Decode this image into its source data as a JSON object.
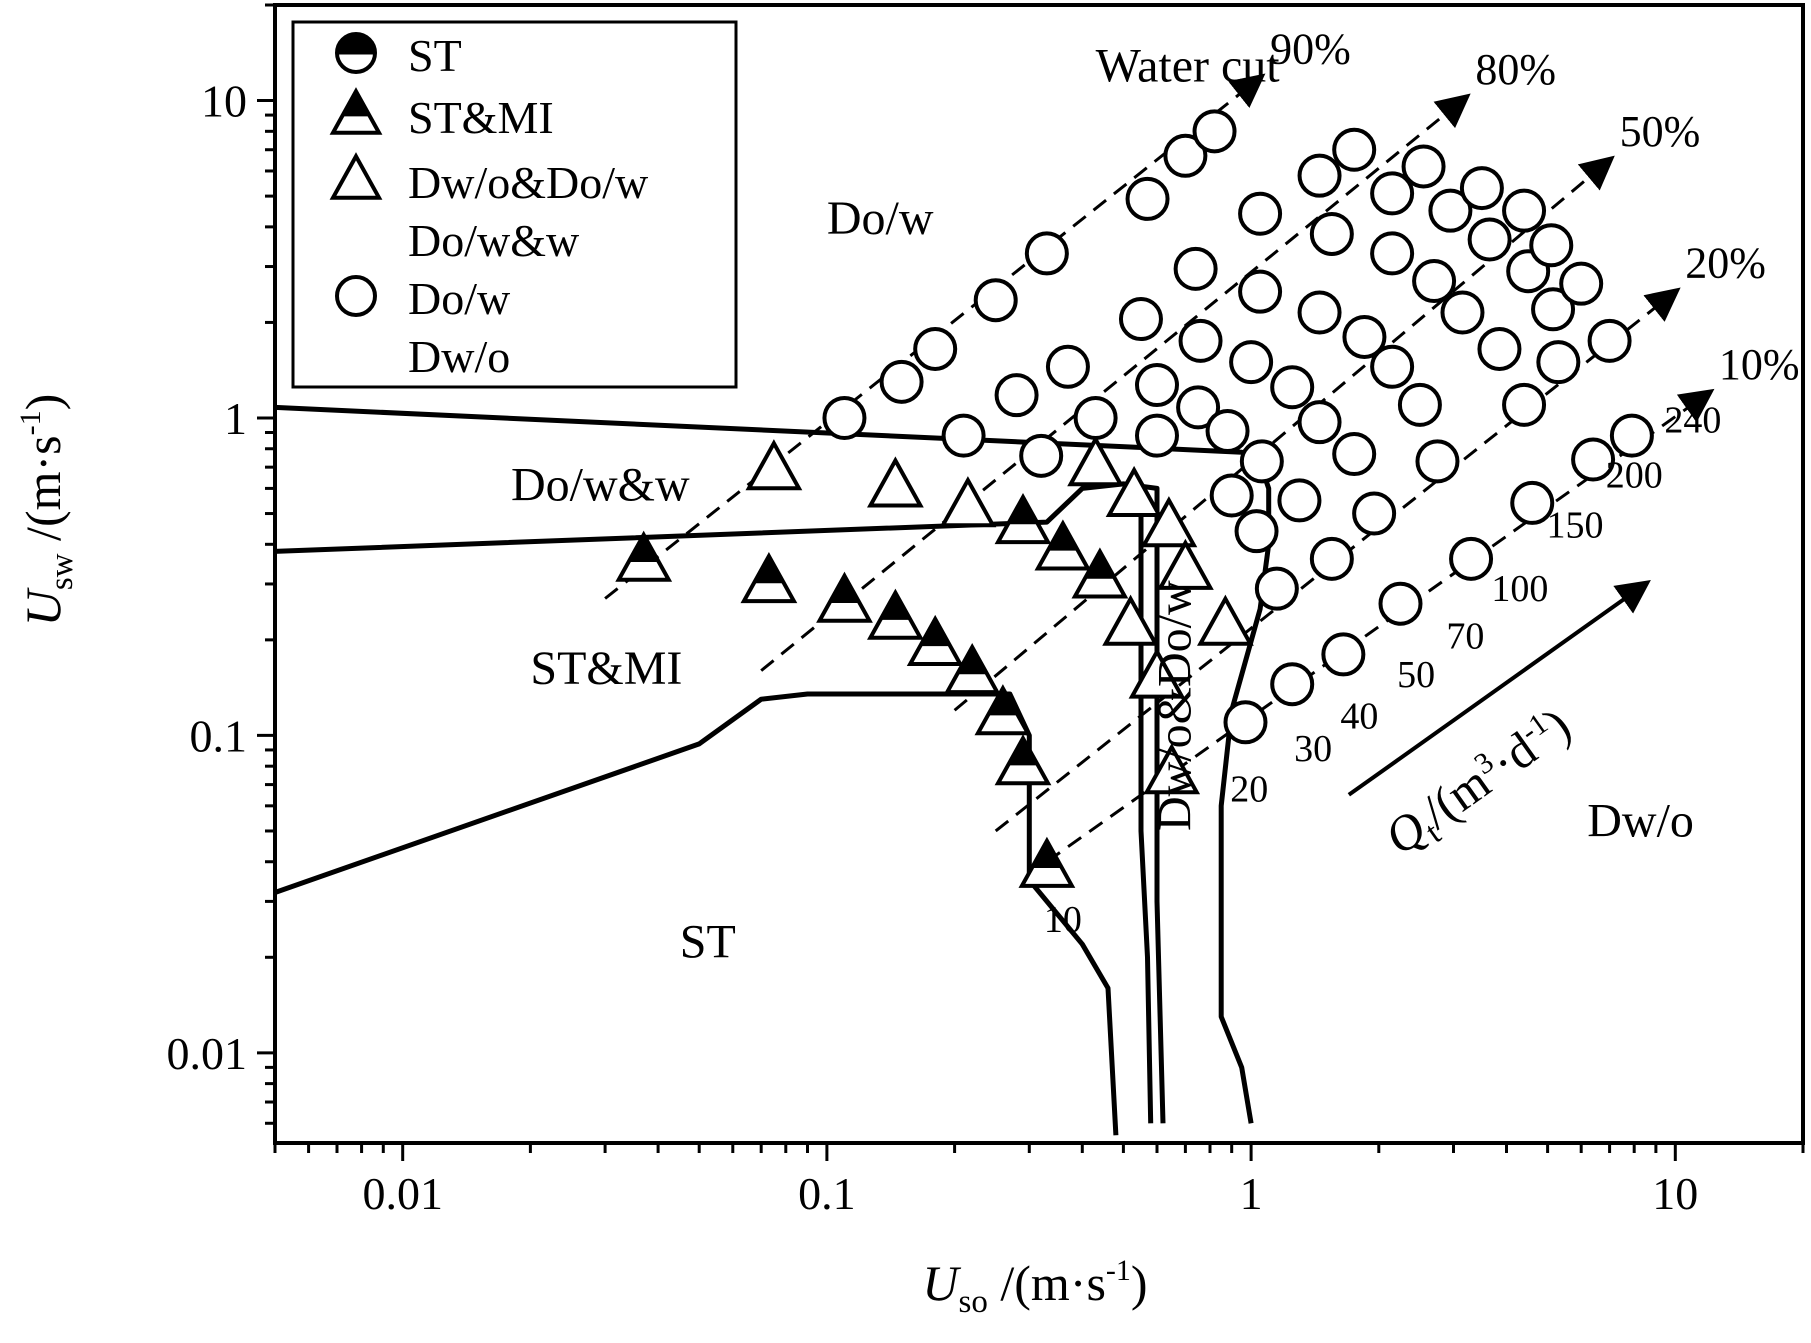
{
  "chart_data": {
    "type": "scatter",
    "title": "",
    "x_scale": "log",
    "y_scale": "log",
    "xlim": [
      0.005,
      20
    ],
    "ylim": [
      0.0052,
      20
    ],
    "grid": false,
    "legend_position": "top-left",
    "xlabel": {
      "main": "U",
      "sub": "so",
      "rest": " /(m·s",
      "sup": "-1",
      "end": ")"
    },
    "ylabel": {
      "main": "U",
      "sub": "sw",
      "rest": " /(m·s",
      "sup": "-1",
      "end": ")"
    },
    "x_ticks": [
      {
        "value": 0.01,
        "label": "0.01"
      },
      {
        "value": 0.1,
        "label": "0.1"
      },
      {
        "value": 1,
        "label": "1"
      },
      {
        "value": 10,
        "label": "10"
      }
    ],
    "y_ticks": [
      {
        "value": 0.01,
        "label": "0.01"
      },
      {
        "value": 0.1,
        "label": "0.1"
      },
      {
        "value": 1,
        "label": "1"
      },
      {
        "value": 10,
        "label": "10"
      }
    ],
    "legend": [
      {
        "marker": "half-circle",
        "label": "ST"
      },
      {
        "marker": "half-triangle",
        "label": "ST&MI"
      },
      {
        "marker": "open-triangle",
        "label": "Dw/o&Do/w",
        "label2": "Do/w&w"
      },
      {
        "marker": "open-circle",
        "label": "Do/w",
        "label2": "Dw/o"
      }
    ],
    "series": [
      {
        "name": "ST&MI",
        "marker": "half-triangle",
        "points": [
          [
            0.037,
            0.35
          ],
          [
            0.073,
            0.3
          ],
          [
            0.11,
            0.26
          ],
          [
            0.145,
            0.23
          ],
          [
            0.18,
            0.19
          ],
          [
            0.22,
            0.155
          ],
          [
            0.26,
            0.115
          ],
          [
            0.29,
            0.08
          ],
          [
            0.33,
            0.038
          ],
          [
            0.29,
            0.46
          ],
          [
            0.36,
            0.38
          ],
          [
            0.44,
            0.31
          ]
        ]
      },
      {
        "name": "Dw/o&Do/w, Do/w&w",
        "marker": "open-triangle",
        "points": [
          [
            0.075,
            0.68
          ],
          [
            0.145,
            0.6
          ],
          [
            0.215,
            0.52
          ],
          [
            0.43,
            0.7
          ],
          [
            0.53,
            0.56
          ],
          [
            0.52,
            0.22
          ],
          [
            0.64,
            0.45
          ],
          [
            0.7,
            0.33
          ],
          [
            0.87,
            0.22
          ],
          [
            0.6,
            0.15
          ],
          [
            0.65,
            0.075
          ]
        ]
      },
      {
        "name": "Do/w, Dw/o",
        "marker": "open-circle",
        "points": [
          [
            0.11,
            1.0
          ],
          [
            0.15,
            1.3
          ],
          [
            0.18,
            1.65
          ],
          [
            0.25,
            2.35
          ],
          [
            0.33,
            3.3
          ],
          [
            0.57,
            4.9
          ],
          [
            0.7,
            6.7
          ],
          [
            0.82,
            8.0
          ],
          [
            0.21,
            0.88
          ],
          [
            0.28,
            1.18
          ],
          [
            0.37,
            1.45
          ],
          [
            0.55,
            2.05
          ],
          [
            0.74,
            2.95
          ],
          [
            1.05,
            4.4
          ],
          [
            1.45,
            5.8
          ],
          [
            1.75,
            7.0
          ],
          [
            0.32,
            0.76
          ],
          [
            0.43,
            1.0
          ],
          [
            0.6,
            1.27
          ],
          [
            0.76,
            1.75
          ],
          [
            1.05,
            2.5
          ],
          [
            1.55,
            3.8
          ],
          [
            2.15,
            5.1
          ],
          [
            2.55,
            6.2
          ],
          [
            0.6,
            0.88
          ],
          [
            0.75,
            1.08
          ],
          [
            0.88,
            0.91
          ],
          [
            1.0,
            1.5
          ],
          [
            1.25,
            1.25
          ],
          [
            1.45,
            2.15
          ],
          [
            1.85,
            1.8
          ],
          [
            2.15,
            3.3
          ],
          [
            2.7,
            2.7
          ],
          [
            2.95,
            4.5
          ],
          [
            3.5,
            5.3
          ],
          [
            0.9,
            0.57
          ],
          [
            1.06,
            0.73
          ],
          [
            1.03,
            0.44
          ],
          [
            1.3,
            0.55
          ],
          [
            1.45,
            0.97
          ],
          [
            1.75,
            0.77
          ],
          [
            2.15,
            1.45
          ],
          [
            2.5,
            1.1
          ],
          [
            3.15,
            2.15
          ],
          [
            3.65,
            3.65
          ],
          [
            3.85,
            1.65
          ],
          [
            4.4,
            4.5
          ],
          [
            4.5,
            2.9
          ],
          [
            5.1,
            3.5
          ],
          [
            5.15,
            2.2
          ],
          [
            6.0,
            2.65
          ],
          [
            1.15,
            0.29
          ],
          [
            1.55,
            0.36
          ],
          [
            1.95,
            0.5
          ],
          [
            2.75,
            0.73
          ],
          [
            4.4,
            1.1
          ],
          [
            5.3,
            1.5
          ],
          [
            7.0,
            1.75
          ],
          [
            0.97,
            0.11
          ],
          [
            1.25,
            0.145
          ],
          [
            1.65,
            0.18
          ],
          [
            2.25,
            0.26
          ],
          [
            3.3,
            0.36
          ],
          [
            4.6,
            0.54
          ],
          [
            6.4,
            0.74
          ],
          [
            7.9,
            0.88
          ]
        ]
      }
    ],
    "boundaries": [
      [
        [
          0.005,
          1.08
        ],
        [
          0.95,
          0.78
        ],
        [
          1.05,
          0.72
        ],
        [
          1.1,
          0.6
        ],
        [
          1.1,
          0.4
        ],
        [
          1.05,
          0.25
        ],
        [
          0.9,
          0.12
        ],
        [
          0.85,
          0.06
        ],
        [
          0.85,
          0.013
        ],
        [
          0.95,
          0.009
        ],
        [
          1.0,
          0.006
        ]
      ],
      [
        [
          0.005,
          0.38
        ],
        [
          0.33,
          0.47
        ],
        [
          0.4,
          0.6
        ],
        [
          0.5,
          0.62
        ],
        [
          0.6,
          0.6
        ],
        [
          0.6,
          0.19
        ],
        [
          0.6,
          0.03
        ],
        [
          0.62,
          0.006
        ]
      ],
      [
        [
          0.005,
          0.032
        ],
        [
          0.05,
          0.094
        ],
        [
          0.07,
          0.13
        ],
        [
          0.09,
          0.135
        ],
        [
          0.27,
          0.135
        ],
        [
          0.3,
          0.1
        ],
        [
          0.3,
          0.06
        ],
        [
          0.3,
          0.035
        ],
        [
          0.4,
          0.022
        ],
        [
          0.46,
          0.016
        ],
        [
          0.48,
          0.0055
        ]
      ],
      [
        [
          0.58,
          0.006
        ],
        [
          0.57,
          0.02
        ],
        [
          0.55,
          0.05
        ],
        [
          0.55,
          0.49
        ]
      ]
    ],
    "water_cut_lines": [
      {
        "label": "90%",
        "from": [
          0.03,
          0.27
        ],
        "to": [
          1.05,
          11.8
        ]
      },
      {
        "label": "80%",
        "from": [
          0.07,
          0.16
        ],
        "to": [
          3.2,
          10.2
        ]
      },
      {
        "label": "50%",
        "from": [
          0.2,
          0.12
        ],
        "to": [
          7.0,
          6.5
        ]
      },
      {
        "label": "20%",
        "from": [
          0.25,
          0.05
        ],
        "to": [
          10.0,
          2.5
        ]
      },
      {
        "label": "10%",
        "from": [
          0.33,
          0.04
        ],
        "to": [
          12.0,
          1.2
        ]
      }
    ],
    "water_cut_title": "Water cut",
    "flow_rate_labels": [
      {
        "text": "10",
        "x": 0.36,
        "y": 0.024
      },
      {
        "text": "20",
        "x": 0.99,
        "y": 0.062
      },
      {
        "text": "30",
        "x": 1.4,
        "y": 0.083
      },
      {
        "text": "40",
        "x": 1.8,
        "y": 0.105
      },
      {
        "text": "50",
        "x": 2.45,
        "y": 0.142
      },
      {
        "text": "70",
        "x": 3.2,
        "y": 0.188
      },
      {
        "text": "100",
        "x": 4.3,
        "y": 0.265
      },
      {
        "text": "150",
        "x": 5.8,
        "y": 0.42
      },
      {
        "text": "200",
        "x": 8.0,
        "y": 0.605
      },
      {
        "text": "240",
        "x": 11.0,
        "y": 0.9
      }
    ],
    "flow_arrow": {
      "from": [
        1.7,
        0.065
      ],
      "to": [
        8.5,
        0.3
      ]
    },
    "qt_label": {
      "main": "Q",
      "sub": "t",
      "rest": "/(m",
      "sup3": "3",
      "mid": "·d",
      "sup": "-1",
      "end": ")"
    },
    "region_labels": [
      {
        "text": "Do/w",
        "x": 0.1,
        "y": 3.8
      },
      {
        "text": "Do/w&w",
        "x": 0.018,
        "y": 0.55
      },
      {
        "text": "ST&MI",
        "x": 0.02,
        "y": 0.145
      },
      {
        "text": "ST",
        "x": 0.045,
        "y": 0.02
      },
      {
        "text": "Dw/o",
        "x": 6.2,
        "y": 0.048
      },
      {
        "text": "Dw/o&Do/w",
        "x": 0.72,
        "y": 0.05,
        "rotate": -90
      }
    ]
  }
}
